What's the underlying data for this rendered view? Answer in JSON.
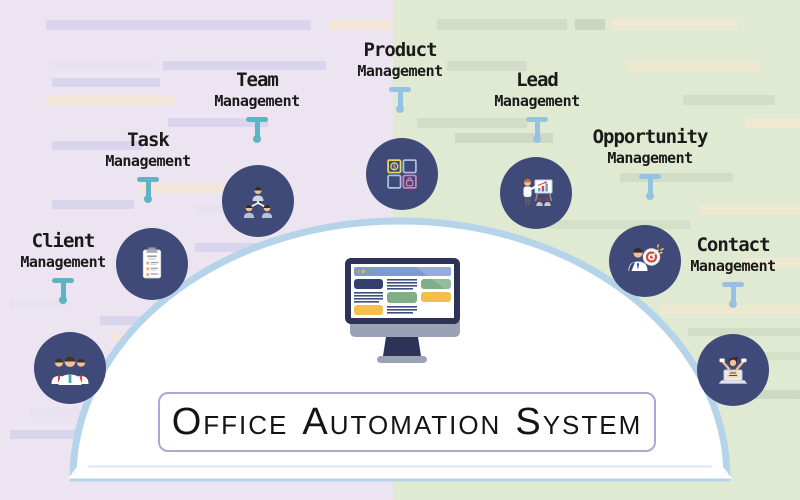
{
  "title": {
    "text": "Office Automation System"
  },
  "modules": [
    {
      "id": "client",
      "line1": "Client",
      "line2": "Management"
    },
    {
      "id": "task",
      "line1": "Task",
      "line2": "Management"
    },
    {
      "id": "team",
      "line1": "Team",
      "line2": "Management"
    },
    {
      "id": "product",
      "line1": "Product",
      "line2": "Management"
    },
    {
      "id": "lead",
      "line1": "Lead",
      "line2": "Management"
    },
    {
      "id": "opportunity",
      "line1": "Opportunity",
      "line2": "Management"
    },
    {
      "id": "contact",
      "line1": "Contact",
      "line2": "Management"
    }
  ],
  "icons": [
    "clients-icon",
    "clipboard-icon",
    "org-chart-icon",
    "product-grid-icon",
    "presentation-icon",
    "target-person-icon",
    "laptop-person-icon",
    "monitor-icon"
  ],
  "colors": {
    "bg_left": "#ede4f1",
    "bg_right": "#e0e9d1",
    "circle": "#3f4a78",
    "connector_teal": "#5db5c4",
    "connector_blue": "#95c1e3",
    "dome_stroke": "#b5d4ea",
    "title_border": "#b2a5d6",
    "title_text": "#141414",
    "monitor_frame": "#2c3357",
    "monitor_bar": "#7e99d8",
    "accent_navy": "#33406e",
    "accent_yellow": "#f2bf4e",
    "accent_green": "#7fae88"
  }
}
